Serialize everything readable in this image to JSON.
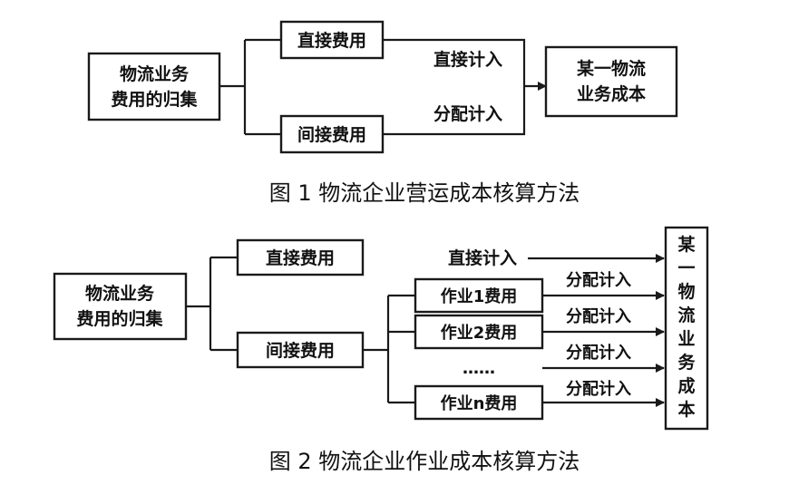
{
  "figure1": {
    "caption": "图 1   物流企业营运成本核算方法",
    "source_line1": "物流业务",
    "source_line2": "费用的归集",
    "direct_cost": "直接费用",
    "indirect_cost": "间接费用",
    "direct_allocation": "直接计入",
    "shared_allocation": "分配计入",
    "target_line1": "某一物流",
    "target_line2": "业务成本"
  },
  "figure2": {
    "caption": "图 2   物流企业作业成本核算方法",
    "source_line1": "物流业务",
    "source_line2": "费用的归集",
    "direct_cost": "直接费用",
    "indirect_cost": "间接费用",
    "direct_allocation": "直接计入",
    "activities": [
      "作业1费用",
      "作业2费用",
      "作业n费用"
    ],
    "ellipsis": "……",
    "shared_allocation": "分配计入",
    "target_chars": [
      "某",
      "一",
      "物",
      "流",
      "业",
      "务",
      "成",
      "本"
    ]
  }
}
